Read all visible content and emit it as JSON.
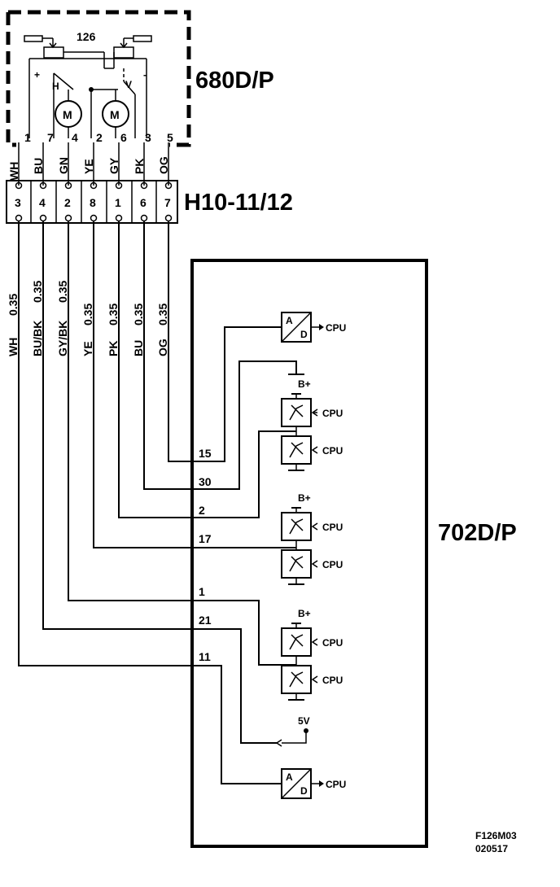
{
  "components": {
    "sensor_module": {
      "id": "680D/P",
      "number": "126",
      "motor_h_label": "H",
      "motor_v_label": "V",
      "motor_symbol": "M",
      "plus": "+",
      "minus": "-"
    },
    "connector": {
      "id": "H10-11/12"
    },
    "control_module": {
      "id": "702D/P"
    }
  },
  "module_pins": [
    "1",
    "7",
    "4",
    "2",
    "6",
    "3",
    "5"
  ],
  "module_wires": [
    "WH",
    "BU",
    "GN",
    "YE",
    "GY",
    "PK",
    "OG"
  ],
  "connector_pins": [
    "3",
    "4",
    "2",
    "8",
    "1",
    "6",
    "7"
  ],
  "harness": [
    {
      "color": "WH",
      "size": "0.35"
    },
    {
      "color": "BU/BK",
      "size": "0.35"
    },
    {
      "color": "GY/BK",
      "size": "0.35"
    },
    {
      "color": "YE",
      "size": "0.35"
    },
    {
      "color": "PK",
      "size": "0.35"
    },
    {
      "color": "BU",
      "size": "0.35"
    },
    {
      "color": "OG",
      "size": "0.35"
    }
  ],
  "cm_pins": [
    "15",
    "30",
    "2",
    "17",
    "1",
    "21",
    "11"
  ],
  "signals": {
    "cpu": "CPU",
    "bplus": "B+",
    "five_v": "5V",
    "adc_a": "A",
    "adc_d": "D"
  },
  "footer": {
    "figure": "F126M03",
    "date": "020517"
  }
}
